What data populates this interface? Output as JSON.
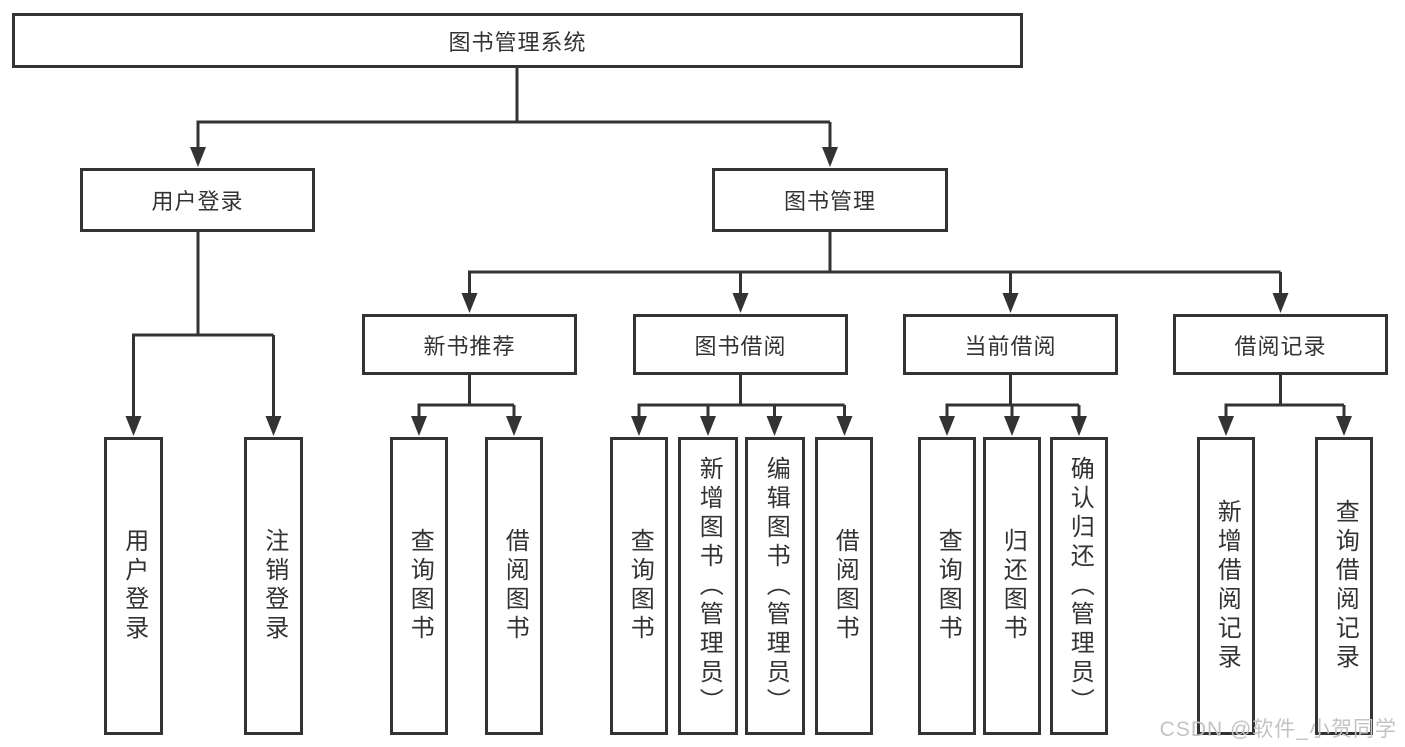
{
  "colors": {
    "line": "#333333",
    "box_border": "#333333",
    "text": "#333333",
    "background": "#ffffff",
    "watermark": "#c3c3c3"
  },
  "watermark": {
    "text": "CSDN @软件_小贺同学"
  },
  "tree": {
    "label": "图书管理系统",
    "children": [
      {
        "label": "用户登录",
        "children": [
          {
            "label": "用户登录"
          },
          {
            "label": "注销登录"
          }
        ]
      },
      {
        "label": "图书管理",
        "children": [
          {
            "label": "新书推荐",
            "children": [
              {
                "label": "查询图书"
              },
              {
                "label": "借阅图书"
              }
            ]
          },
          {
            "label": "图书借阅",
            "children": [
              {
                "label": "查询图书"
              },
              {
                "label": "新增图书（管理员）"
              },
              {
                "label": "编辑图书（管理员）"
              },
              {
                "label": "借阅图书"
              }
            ]
          },
          {
            "label": "当前借阅",
            "children": [
              {
                "label": "查询图书"
              },
              {
                "label": "归还图书"
              },
              {
                "label": "确认归还（管理员）"
              }
            ]
          },
          {
            "label": "借阅记录",
            "children": [
              {
                "label": "新增借阅记录"
              },
              {
                "label": "查询借阅记录"
              }
            ]
          }
        ]
      }
    ]
  }
}
